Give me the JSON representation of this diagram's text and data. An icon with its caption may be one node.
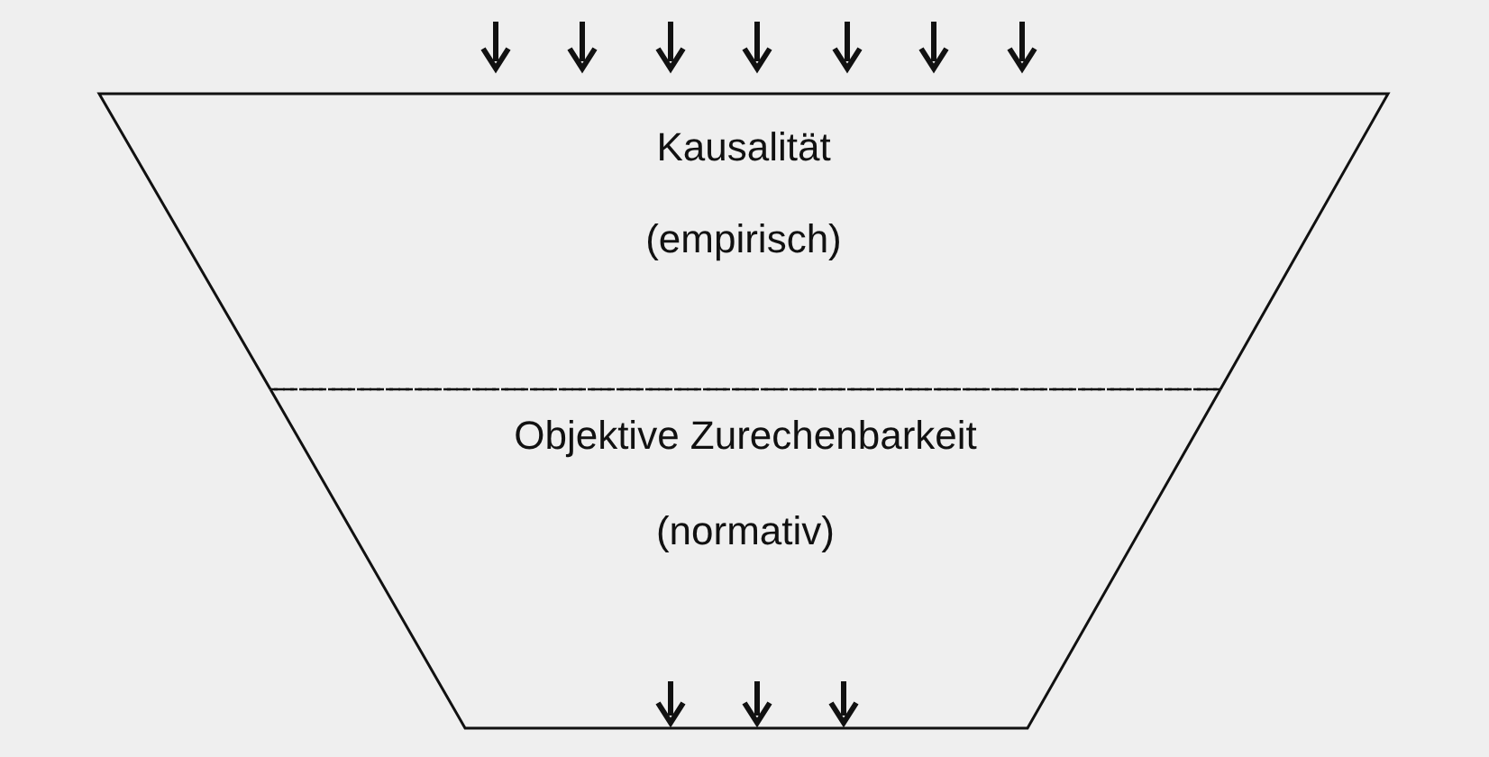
{
  "diagram": {
    "nodes": [
      {
        "text": [
          "Kausalität",
          "(empirisch)"
        ]
      },
      {
        "text": [
          "Objektive Zurechenbarkeit",
          "(normativ)"
        ]
      }
    ]
  }
}
